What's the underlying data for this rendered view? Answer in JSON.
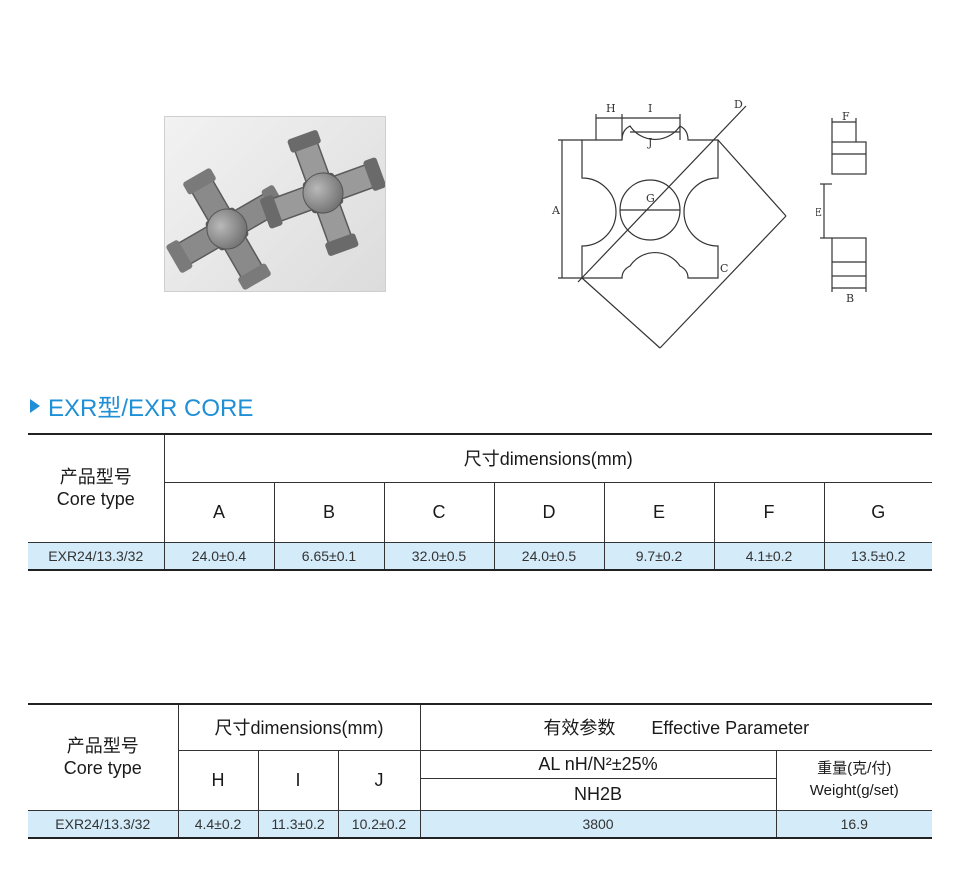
{
  "section": {
    "title": "EXR型/EXR CORE"
  },
  "drawing_labels": {
    "H": "H",
    "I": "I",
    "J": "J",
    "D": "D",
    "A": "A",
    "G": "G",
    "C": "C",
    "F": "F",
    "E": "E",
    "B": "B"
  },
  "table1": {
    "type_label_cn": "产品型号",
    "type_label_en": "Core type",
    "dims_header": "尺寸dimensions(mm)",
    "columns": [
      "A",
      "B",
      "C",
      "D",
      "E",
      "F",
      "G"
    ],
    "row": {
      "model": "EXR24/13.3/32",
      "values": [
        "24.0±0.4",
        "6.65±0.1",
        "32.0±0.5",
        "24.0±0.5",
        "9.7±0.2",
        "4.1±0.2",
        "13.5±0.2"
      ]
    }
  },
  "table2": {
    "type_label_cn": "产品型号",
    "type_label_en": "Core type",
    "dims_header": "尺寸dimensions(mm)",
    "effective_header": "有效参数　　Effective Parameter",
    "columns": [
      "H",
      "I",
      "J"
    ],
    "al_header": "AL  nH/N²±25%",
    "material": "NH2B",
    "weight_cn": "重量(克/付)",
    "weight_en": "Weight(g/set)",
    "row": {
      "model": "EXR24/13.3/32",
      "values": [
        "4.4±0.2",
        "11.3±0.2",
        "10.2±0.2"
      ],
      "al": "3800",
      "weight": "16.9"
    }
  }
}
